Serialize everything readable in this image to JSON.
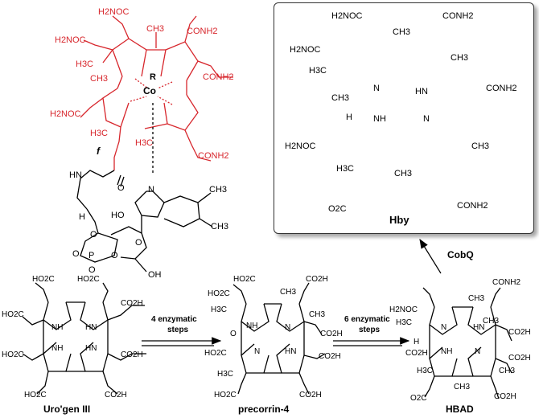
{
  "compounds": {
    "cobalamin": {
      "labels": {
        "h2noc_top": "H2NOC",
        "conh2_top": "CONH2",
        "h2noc_left": "H2NOC",
        "ch3_top": "CH3",
        "h3c_left": "H3C",
        "ch3_left": "CH3",
        "r": "R",
        "co": "Co",
        "conh2_right": "CONH2",
        "h2noc_low": "H2NOC",
        "h3c_mid": "H3C",
        "h3c_center": "H3C",
        "conh2_low": "CONH2",
        "f": "f",
        "hn": "HN",
        "o_amide": "O",
        "h_stereo": "H",
        "n_bzim": "N",
        "ch3_bz1": "CH3",
        "ch3_bz2": "CH3",
        "ho": "HO",
        "o_link": "O",
        "o_ring": "O",
        "o_p1": "O",
        "p": "P",
        "o_p2": "O",
        "o_p3": "O",
        "oh": "OH"
      }
    },
    "hby": {
      "name": "Hby",
      "labels": {
        "h2noc_top": "H2NOC",
        "conh2_top": "CONH2",
        "h2noc_left": "H2NOC",
        "ch3_top": "CH3",
        "ch3_r": "CH3",
        "h3c": "H3C",
        "n1": "N",
        "hn": "HN",
        "conh2_right": "CONH2",
        "ch3_left": "CH3",
        "h_left": "H",
        "nh": "NH",
        "n2": "N",
        "h2noc_low": "H2NOC",
        "ch3_low_r": "CH3",
        "h3c_low": "H3C",
        "ch3_bottom": "CH3",
        "co2_low": "O2C",
        "conh2_low": "CONH2"
      }
    },
    "urogen": {
      "name": "Uro'gen III",
      "labels": {
        "ho2c_1": "HO2C",
        "ho2c_2": "HO2C",
        "co2h_1": "CO2H",
        "ho2c_3": "HO2C",
        "nh_1": "NH",
        "hn_1": "HN",
        "nh_2": "NH",
        "hn_2": "HN",
        "co2h_2": "CO2H",
        "ho2c_4": "HO2C",
        "ho2c_5": "HO2C",
        "co2h_3": "CO2H"
      }
    },
    "precorrin4": {
      "name": "precorrin-4",
      "labels": {
        "ho2c_1": "HO2C",
        "co2h_1": "CO2H",
        "ho2c_2": "HO2C",
        "ch3_1": "CH3",
        "h3c_1": "H3C",
        "ch3_2": "CH3",
        "nh": "NH",
        "n_1": "N",
        "co2h_2": "CO2H",
        "o": "O",
        "ho2c_3": "HO2C",
        "n_2": "N",
        "hn": "HN",
        "co2h_3": "CO2H",
        "h3c_2": "H3C",
        "ho2c_4": "HO2C",
        "co2h_4": "CO2H"
      }
    },
    "hbad": {
      "name": "HBAD",
      "labels": {
        "h2noc": "H2NOC",
        "conh2": "CONH2",
        "ch3_1": "CH3",
        "h3c_1": "H3C",
        "ch3_2": "CH3",
        "n_1": "N",
        "hn": "HN",
        "co2h_1": "CO2H",
        "h": "H",
        "nh": "NH",
        "n_2": "N",
        "co2h_2": "CO2H",
        "ch3_3": "CH3",
        "h3c_2": "H3C",
        "ch3_4": "CH3",
        "co2h_3": "CO2H",
        "o2c": "O2C",
        "co2h_4": "CO2H"
      }
    }
  },
  "arrows": {
    "step1": {
      "line1": "4 enzymatic",
      "line2": "steps"
    },
    "step2": {
      "line1": "6 enzymatic",
      "line2": "steps"
    },
    "cobq": "CobQ"
  },
  "colors": {
    "highlight": "#d7262c",
    "ink": "#000000",
    "box_border": "#333333"
  }
}
